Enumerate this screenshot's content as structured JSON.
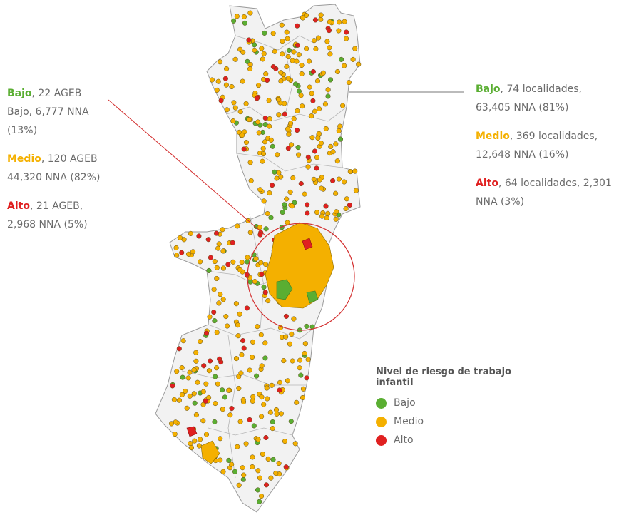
{
  "colors": {
    "bajo": "#5aae32",
    "medio": "#f4b000",
    "alto": "#e02020",
    "text": "#6b6b6b",
    "map_fill": "#f2f2f2",
    "map_border": "#9a9a9a"
  },
  "left_annotation": {
    "bajo_label": "Bajo",
    "bajo_text": ", 22 AGEB Bajo, 6,777 NNA (13%)",
    "medio_label": "Medio",
    "medio_text": ", 120 AGEB 44,320 NNA (82%)",
    "alto_label": "Alto",
    "alto_text": ", 21 AGEB, 2,968 NNA (5%)"
  },
  "right_annotation": {
    "bajo_label": "Bajo",
    "bajo_text": ", 74 localidades, 63,405 NNA (81%)",
    "medio_label": "Medio",
    "medio_text": ", 369 localidades, 12,648 NNA (16%)",
    "alto_label": "Alto",
    "alto_text": ", 64 localidades, 2,301 NNA (3%)"
  },
  "legend": {
    "title": "Nivel de riesgo de trabajo infantil",
    "items": [
      {
        "label": "Bajo",
        "level": "bajo"
      },
      {
        "label": "Medio",
        "level": "medio"
      },
      {
        "label": "Alto",
        "level": "alto"
      }
    ]
  },
  "points_summary": {
    "bajo_localidades": 74,
    "medio_localidades": 369,
    "alto_localidades": 64
  }
}
